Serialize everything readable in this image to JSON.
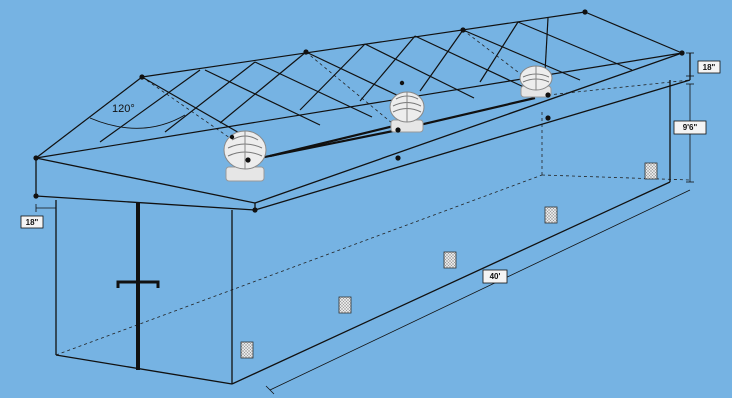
{
  "diagram": {
    "roof_angle": "120°",
    "dimensions": {
      "roof_height": "18\"",
      "wall_height": "9'6\"",
      "length": "40'",
      "overhang": "18\""
    },
    "turbine_vent_count": 3,
    "wall_vent_count": 5,
    "colors": {
      "background": "#76b3e3",
      "line": "#111111",
      "label_box": "#f4f4f4",
      "turbine": "#e9e9e9"
    }
  }
}
